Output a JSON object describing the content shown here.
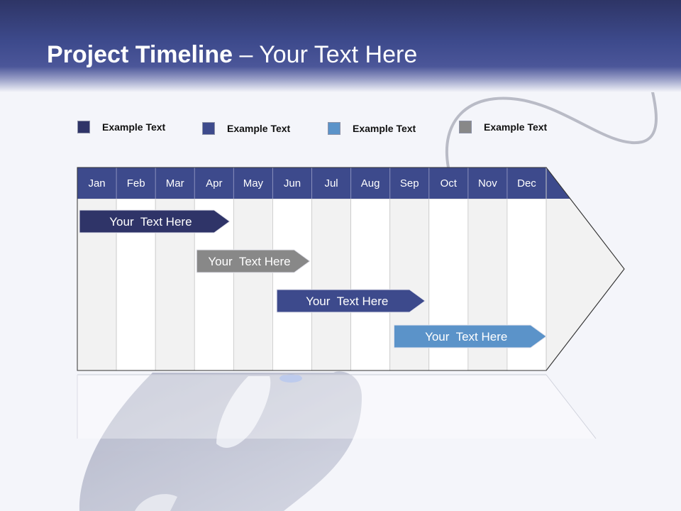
{
  "slide": {
    "title_bold": "Project Timeline",
    "title_rest": " – Your Text Here"
  },
  "legend": [
    {
      "label": "Example Text",
      "color": "#2f3468"
    },
    {
      "label": "Example Text",
      "color": "#3d4a8c"
    },
    {
      "label": "Example Text",
      "color": "#5b93c9"
    },
    {
      "label": "Example Text",
      "color": "#888888"
    }
  ],
  "chart_data": {
    "type": "gantt",
    "months": [
      "Jan",
      "Feb",
      "Mar",
      "Apr",
      "May",
      "Jun",
      "Jul",
      "Aug",
      "Sep",
      "Oct",
      "Nov",
      "Dec"
    ],
    "tasks": [
      {
        "label": "Your  Text Here",
        "start": 0,
        "end": 3.9,
        "color": "#2f3468"
      },
      {
        "label": "Your  Text Here",
        "start": 3.0,
        "end": 5.95,
        "color": "#888888"
      },
      {
        "label": "Your  Text Here",
        "start": 5.05,
        "end": 8.9,
        "color": "#3d4a8c"
      },
      {
        "label": "Your  Text Here",
        "start": 8.05,
        "end": 12.0,
        "color": "#5b93c9"
      }
    ],
    "header_color": "#3d4a8c"
  }
}
